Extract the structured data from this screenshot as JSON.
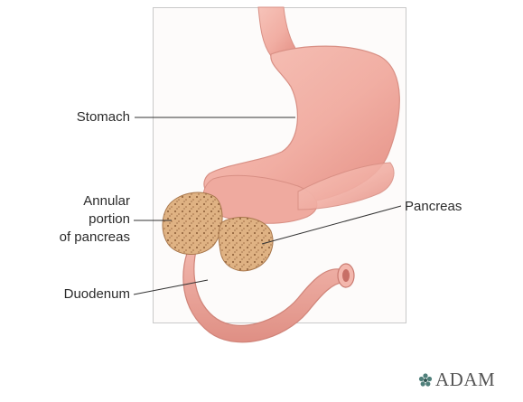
{
  "labels": {
    "stomach": "Stomach",
    "annular_line1": "Annular",
    "annular_line2": "portion",
    "annular_line3": "of pancreas",
    "pancreas": "Pancreas",
    "duodenum": "Duodenum"
  },
  "logo": {
    "text": "ADAM",
    "icon": "star-flower-icon"
  },
  "colors": {
    "stomach": "#f2b0a6",
    "duodenum": "#eeaaa0",
    "pancreas": "#dcae7e",
    "leader_line": "#333333"
  }
}
